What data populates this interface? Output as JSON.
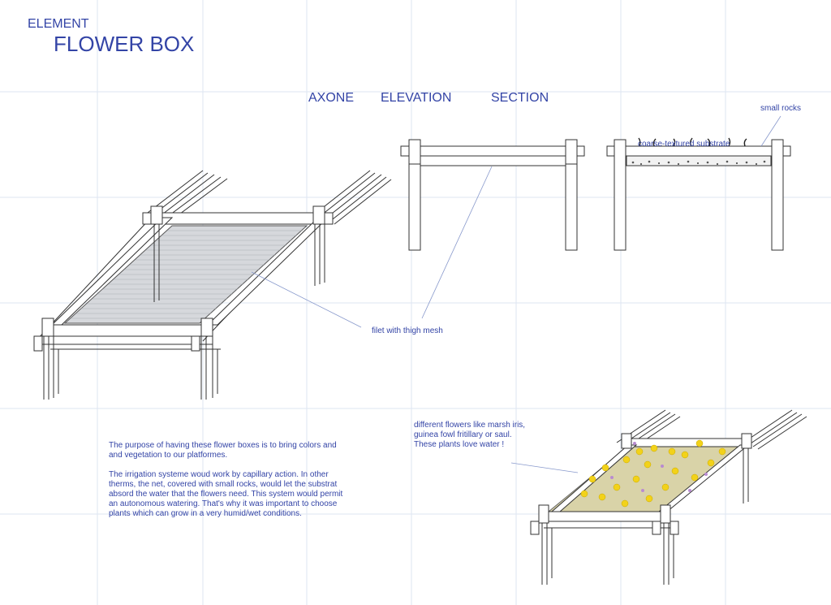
{
  "header": {
    "element_label": "ELEMENT",
    "title": "FLOWER BOX"
  },
  "views": {
    "axone": "AXONE",
    "elevation": "ELEVATION",
    "section": "SECTION"
  },
  "annotations": {
    "small_rocks": "small rocks",
    "substrate": "coarse-textured substrate",
    "filet": "filet with thigh mesh",
    "flowers": "different flowers like marsh iris, guinea fowl fritillary or saul. These plants love water !"
  },
  "description": {
    "paragraph1": "The purpose of having these flower boxes is to bring colors and and vegetation to our platformes.",
    "paragraph2": "The irrigation systeme woud work by capillary action. In other therms, the net, covered with small rocks, would let the substrat absord the water that the flowers need. This system would permit an autonomous watering. That's why it was important to choose plants which can grow in a very humid/wet conditions."
  },
  "colors": {
    "text": "#3344a6",
    "grid": "#dde6f2",
    "line": "#333333",
    "flower": "#f2d21a",
    "substrate": "#d9d3a8"
  }
}
